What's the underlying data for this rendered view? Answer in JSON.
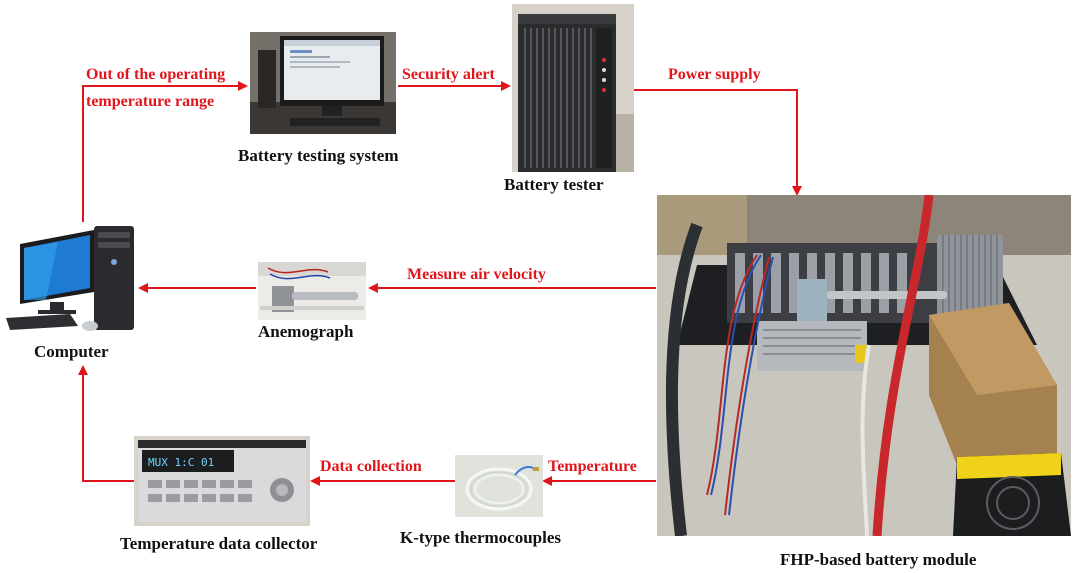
{
  "colors": {
    "arrow": "#e0161c",
    "caption": "#111111"
  },
  "nodes": {
    "battery_testing_system": "Battery testing system",
    "battery_tester": "Battery tester",
    "computer": "Computer",
    "anemograph": "Anemograph",
    "fhp_module": "FHP-based battery module",
    "data_collector": "Temperature data collector",
    "thermocouples": "K-type thermocouples"
  },
  "edges": {
    "out_of_range_1": "Out of the operating",
    "out_of_range_2": "temperature range",
    "security_alert": "Security alert",
    "power_supply": "Power supply",
    "measure_air": "Measure air velocity",
    "data_collection": "Data collection",
    "temperature": "Temperature"
  },
  "screens": {
    "collector_display": "MUX   1:C  01"
  }
}
